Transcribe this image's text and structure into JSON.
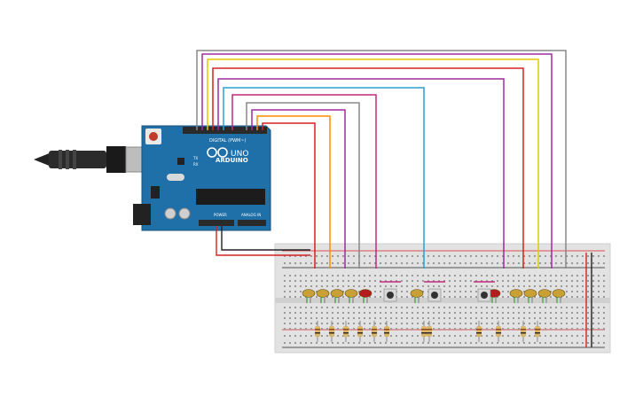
{
  "board": {
    "brand": "ARDUINO",
    "model": "UNO",
    "digital_label": "DIGITAL (PWM~)",
    "power_label": "POWER",
    "analog_label": "ANALOG IN",
    "tx_label": "TX",
    "rx_label": "RX"
  },
  "components": {
    "leds_left": [
      "#c8a036",
      "#c8a036",
      "#c8a036",
      "#c8a036",
      "#b31d1d"
    ],
    "leds_right": [
      "#b31d1d",
      "#c8a036",
      "#c8a036",
      "#c8a036",
      "#c8a036"
    ],
    "led_middle": "#c8a036",
    "button_count": 3,
    "resistor_count": 12
  },
  "wires": [
    {
      "color": "#888888"
    },
    {
      "color": "#a02ba0"
    },
    {
      "color": "#e6c800"
    },
    {
      "color": "#d62020"
    },
    {
      "color": "#a02ba0"
    },
    {
      "color": "#2aa0d0"
    },
    {
      "color": "#c02a80"
    },
    {
      "color": "#888888"
    },
    {
      "color": "#a02ba0"
    },
    {
      "color": "#ff8c00"
    },
    {
      "color": "#d62020"
    }
  ],
  "colors": {
    "board": "#1f6fa8",
    "breadboard": "#e2e2e2",
    "rail_red": "#d62020",
    "rail_black": "#222222"
  }
}
